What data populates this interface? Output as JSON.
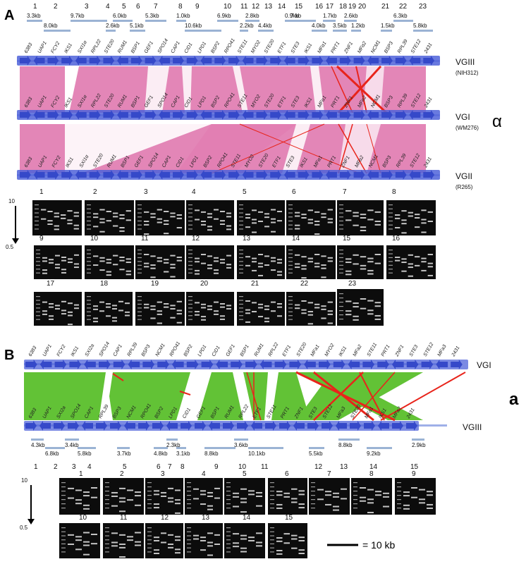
{
  "panelA": {
    "label": "A",
    "segments": [
      "1",
      "2",
      "3",
      "4",
      "5",
      "6",
      "7",
      "8",
      "9",
      "10",
      "11",
      "12",
      "13",
      "14",
      "15",
      "16",
      "17",
      "18",
      "19",
      "20",
      "21",
      "22",
      "23"
    ],
    "sizes": [
      "3.3kb",
      "8.0kb",
      "9.7kb",
      "2.6kb",
      "6.0kb",
      "5.1kb",
      "5.3kb",
      "1.0kb",
      "10.6kb",
      "6.9kb",
      "2.2kb",
      "2.8kb",
      "4.4kb",
      "0.9kb",
      "7 kb",
      "4.0kb",
      "1.7kb",
      "3.5kb",
      "2.6kb",
      "1.2kb",
      "1.5kb",
      "6.3kb",
      "5.8kb"
    ],
    "tracks": [
      {
        "name": "VGIII",
        "strain": "(NIH312)"
      },
      {
        "name": "VGI",
        "strain": "(WM276)"
      },
      {
        "name": "VGII",
        "strain": "(R265)"
      }
    ],
    "mating_type": "α",
    "genes_top": [
      "6383",
      "UAP1",
      "FCY2",
      "IKS1",
      "SXI1α",
      "RPL22",
      "STE20",
      "RUM1",
      "BSP1",
      "GEF1",
      "SPO14",
      "CAP1",
      "CID1",
      "LPD1",
      "BSP2",
      "RPO41",
      "STE11",
      "MYO2",
      "STE20",
      "ETF1",
      "STE3",
      "IKS1",
      "MFα1",
      "PRT1",
      "ZNF1",
      "MFα2",
      "NCM1",
      "BSP3",
      "RPL39",
      "STE12",
      "2431"
    ],
    "genes_mid": [
      "6383",
      "UAP1",
      "FCY2",
      "IKS1",
      "SXI1α",
      "RPL22",
      "STE20",
      "RUM1",
      "BSP1",
      "GEF1",
      "SPO14",
      "CAP1",
      "CID1",
      "LPD1",
      "BSP2",
      "RPO41",
      "STE11",
      "MYO2",
      "STE20",
      "ETF1",
      "STE3",
      "IKS1",
      "MFα1",
      "PRT1",
      "ZNF1",
      "MFα2",
      "NCM1",
      "BSP3",
      "RPL39",
      "STE12",
      "2431"
    ],
    "genes_bot": [
      "6383",
      "UAP1",
      "FCY2",
      "IKS1",
      "SXI1α",
      "STE20",
      "RUM1",
      "BSP1",
      "GEF1",
      "SPO14",
      "CAP1",
      "CID1",
      "LPD1",
      "BSP2",
      "RPO41",
      "STE11",
      "MYO2",
      "STE20",
      "ETF1",
      "STE3",
      "IKS1",
      "MFα1",
      "PRT1",
      "ZNF1",
      "MFα2",
      "NCM1",
      "BSP3",
      "RPL39",
      "STE12",
      "2431"
    ],
    "gel_scale_top": "10",
    "gel_scale_bottom": "0.5",
    "gel_labels": [
      "1",
      "2",
      "3",
      "4",
      "5",
      "6",
      "7",
      "8",
      "9",
      "10",
      "11",
      "12",
      "13",
      "14",
      "15",
      "16",
      "17",
      "18",
      "19",
      "20",
      "21",
      "22",
      "23"
    ]
  },
  "panelB": {
    "label": "B",
    "mating_type": "a",
    "tracks": [
      {
        "name": "VGI"
      },
      {
        "name": "VGIII"
      }
    ],
    "genes_top": [
      "6383",
      "UAP1",
      "FCY2",
      "IKS1",
      "SXI2a",
      "SPO14",
      "CAP1",
      "RPL39",
      "BSP3",
      "NCM1",
      "RPO41",
      "BSP2",
      "LPD1",
      "CID1",
      "GEF1",
      "BSP1",
      "RUM1",
      "RPL22",
      "ETF1",
      "STE20",
      "MFa1",
      "MYO2",
      "IKS1",
      "MFa2",
      "STE11",
      "PRT1",
      "ZNF1",
      "STE3",
      "STE12",
      "MFa3",
      "2431"
    ],
    "genes_bot": [
      "6383",
      "UAP1",
      "SXI2a",
      "SPO14",
      "CAP1",
      "RPL39",
      "BSP3",
      "NCM1",
      "RPO41",
      "BSP2",
      "LPD1",
      "CID1",
      "GEF1",
      "BSP1",
      "RUM1",
      "RPL22",
      "ETF1",
      "STE11",
      "PRT1",
      "ZNF1",
      "STE3",
      "STE12",
      "MFa3",
      "STE20",
      "MFa1",
      "IKS1",
      "MFa2",
      "2431"
    ],
    "segments": [
      "1",
      "2",
      "3",
      "4",
      "5",
      "6",
      "7",
      "8",
      "9",
      "10",
      "11",
      "12",
      "13",
      "14",
      "15"
    ],
    "sizes": [
      "4.3kb",
      "6.8kb",
      "3.4kb",
      "5.8kb",
      "3.7kb",
      "4.8kb",
      "2.3kb",
      "3.1kb",
      "8.8kb",
      "3.6kb",
      "10.1kb",
      "5.5kb",
      "8.8kb",
      "9.2kb",
      "2.9kb"
    ],
    "gel_scale_top": "10",
    "gel_scale_bottom": "0.5",
    "gel_labels": [
      "1",
      "2",
      "3",
      "4",
      "5",
      "6",
      "7",
      "8",
      "9",
      "10",
      "11",
      "12",
      "13",
      "14",
      "15"
    ],
    "scale_bar_label": "= 10 kb"
  },
  "colors": {
    "pink": "#e27fb3",
    "green": "#62c236",
    "chromosome": "#4f63d9",
    "chromosome_light": "#9fb0e8",
    "red": "#e8241b",
    "size_bar": "#9bb3d4"
  }
}
